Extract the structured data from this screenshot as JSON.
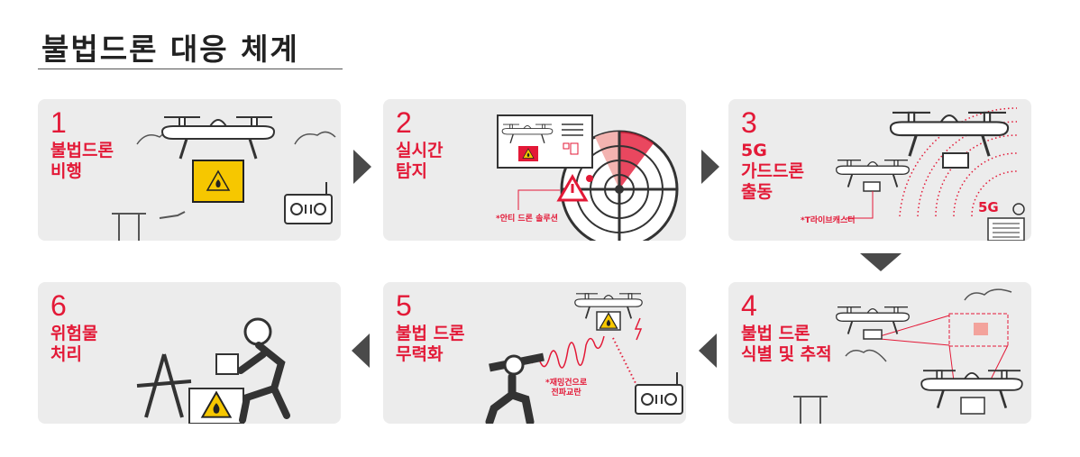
{
  "title": "불법드론 대응 체계",
  "colors": {
    "accent": "#e31937",
    "panel": "#ececec",
    "arrow": "#4a4a4a"
  },
  "steps": [
    {
      "number": "1",
      "label": "불법드론\n비행"
    },
    {
      "number": "2",
      "label": "실시간\n탐지",
      "note": "*안티 드론 솔루션"
    },
    {
      "number": "3",
      "label": "5G\n가드드론\n출동",
      "note": "*T라이브캐스터",
      "badge": "5G"
    },
    {
      "number": "4",
      "label": "불법 드론\n식별 및 추적"
    },
    {
      "number": "5",
      "label": "불법 드론\n무력화",
      "note": "*재밍건으로\n전파교란"
    },
    {
      "number": "6",
      "label": "위험물\n처리"
    }
  ]
}
